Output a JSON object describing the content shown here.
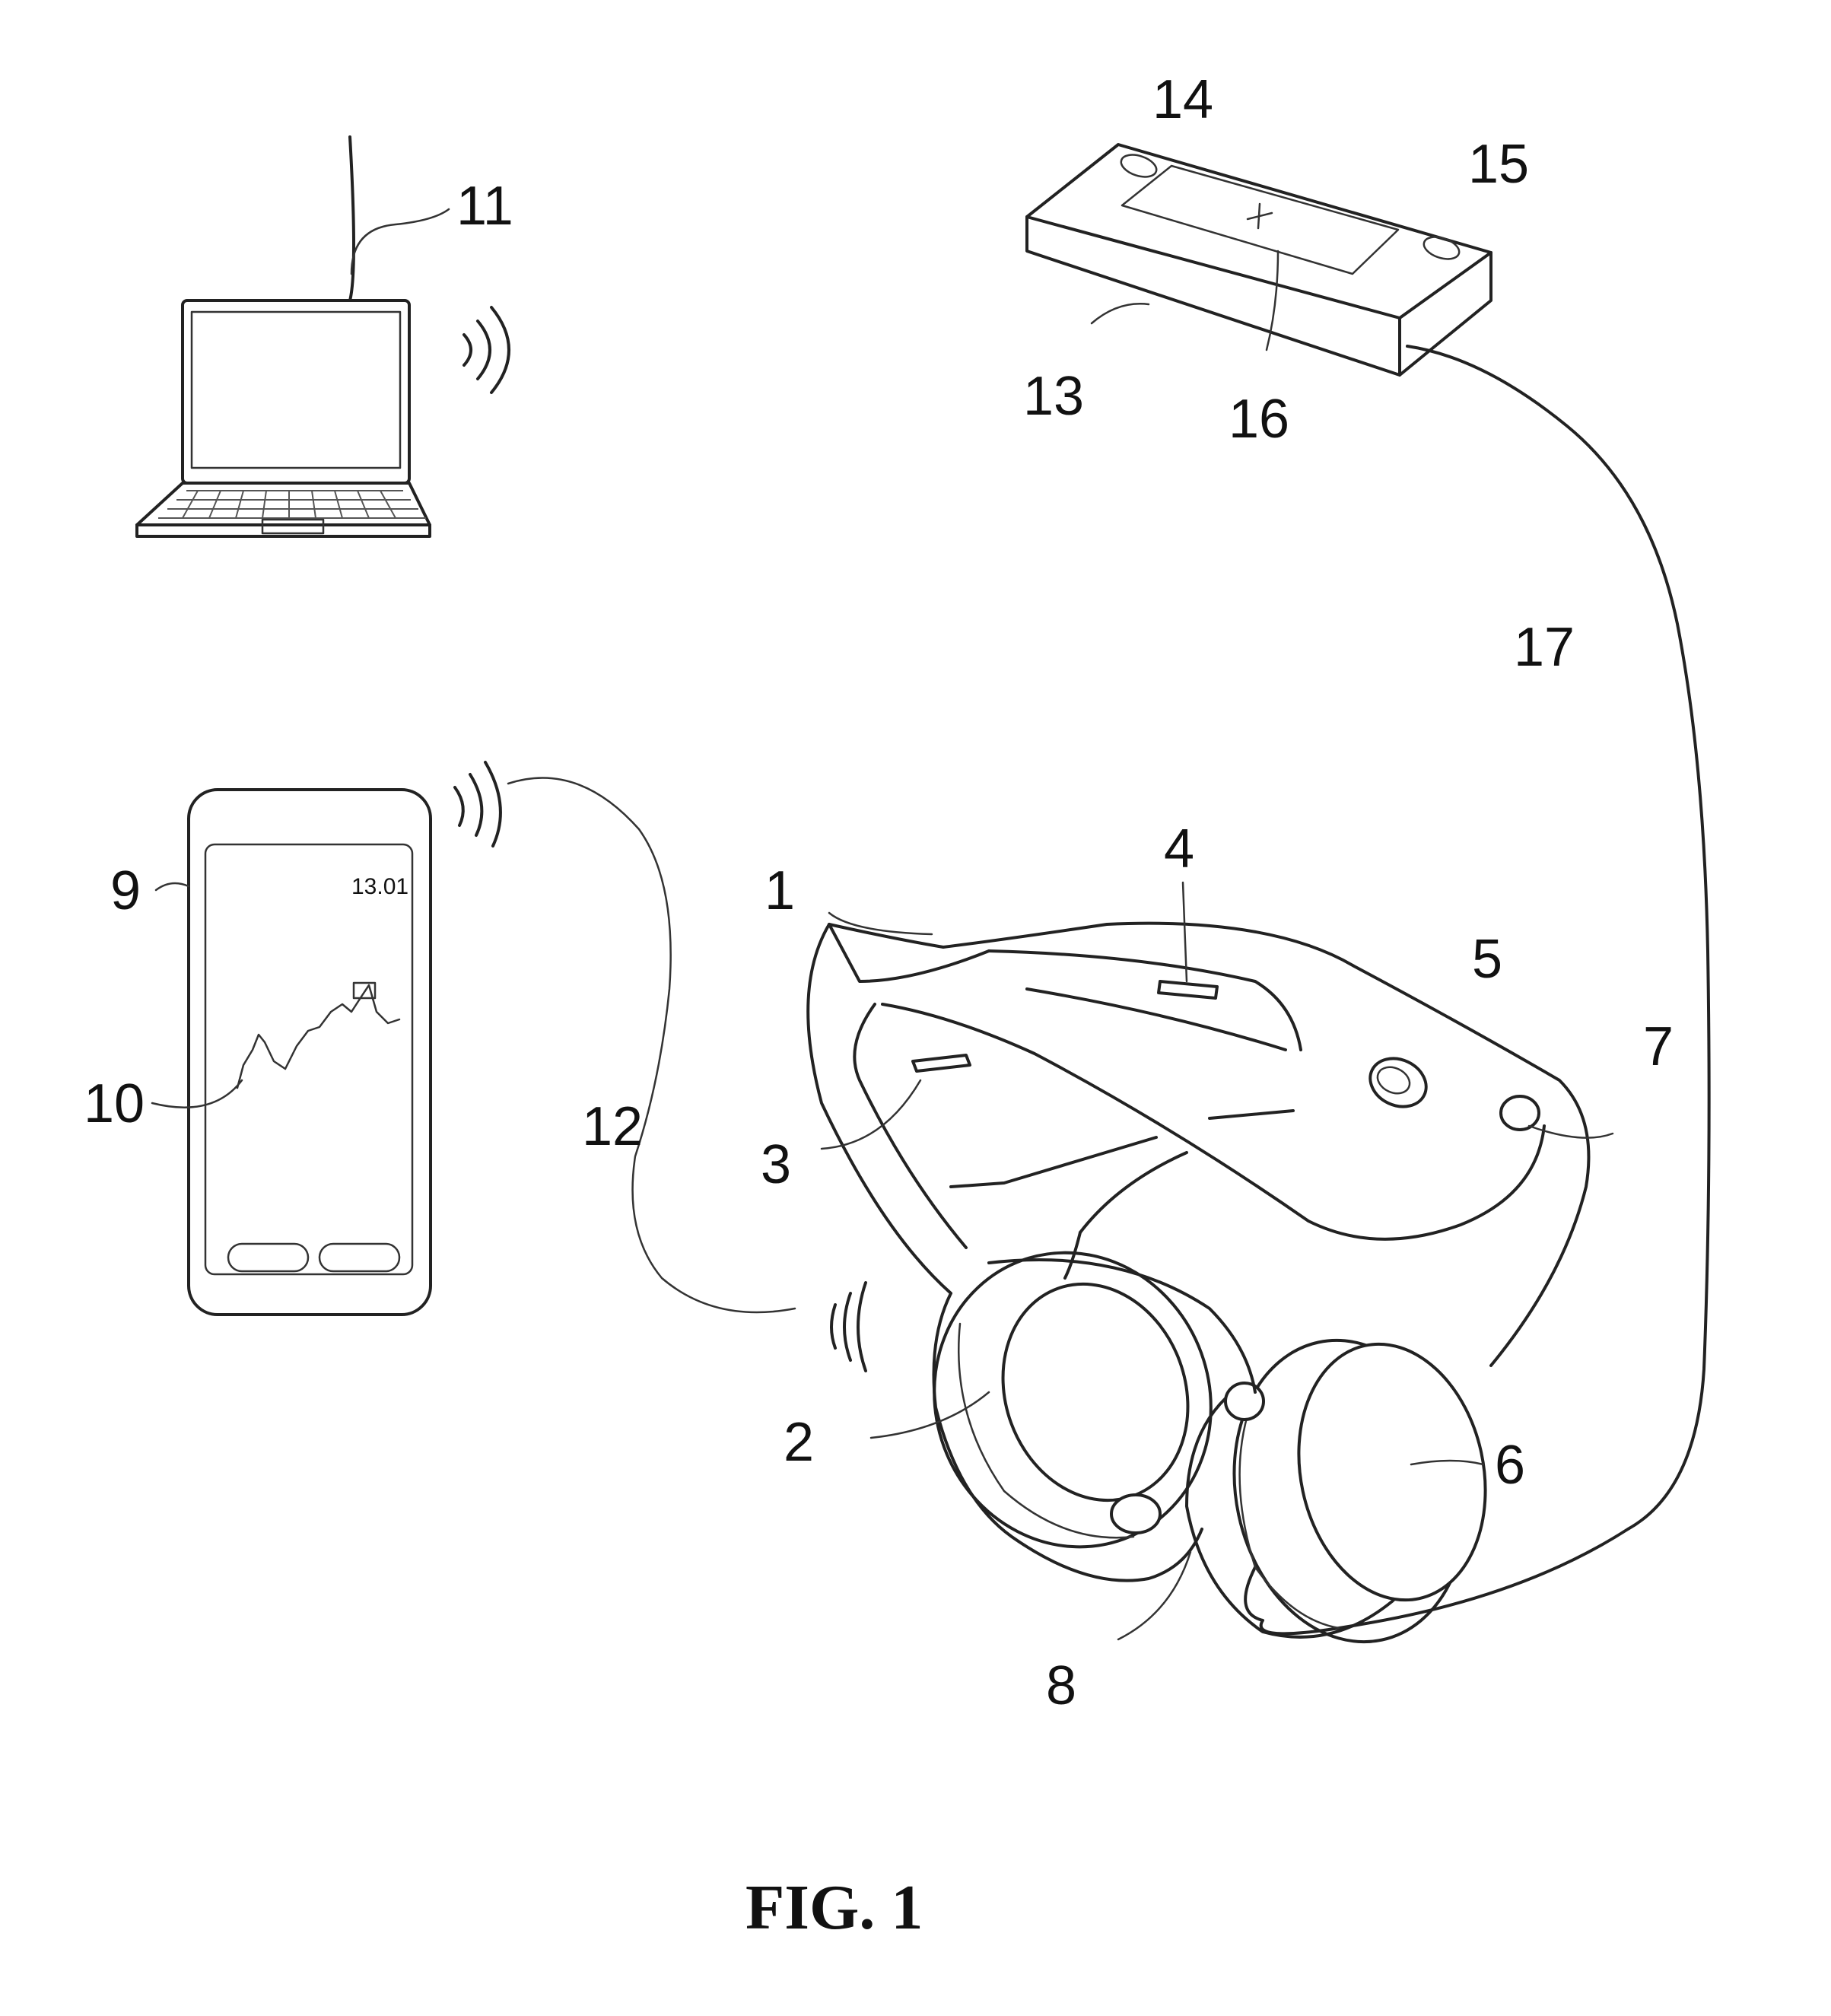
{
  "figure": {
    "caption": "FIG. 1",
    "phone_screen_text": "13.01",
    "reference_numerals": {
      "headband": "1",
      "ear_cup_left": "2",
      "inner_sensor_left": "3",
      "inner_sensor_top": "4",
      "button": "5",
      "ear_cup_right": "6",
      "knob": "7",
      "ear_cushion_sensor": "8",
      "smartphone": "9",
      "graph": "10",
      "laptop": "11",
      "wireless_link": "12",
      "control_unit": "13",
      "control_button_left": "14",
      "control_button_right": "15",
      "control_display": "16",
      "cable": "17"
    }
  }
}
